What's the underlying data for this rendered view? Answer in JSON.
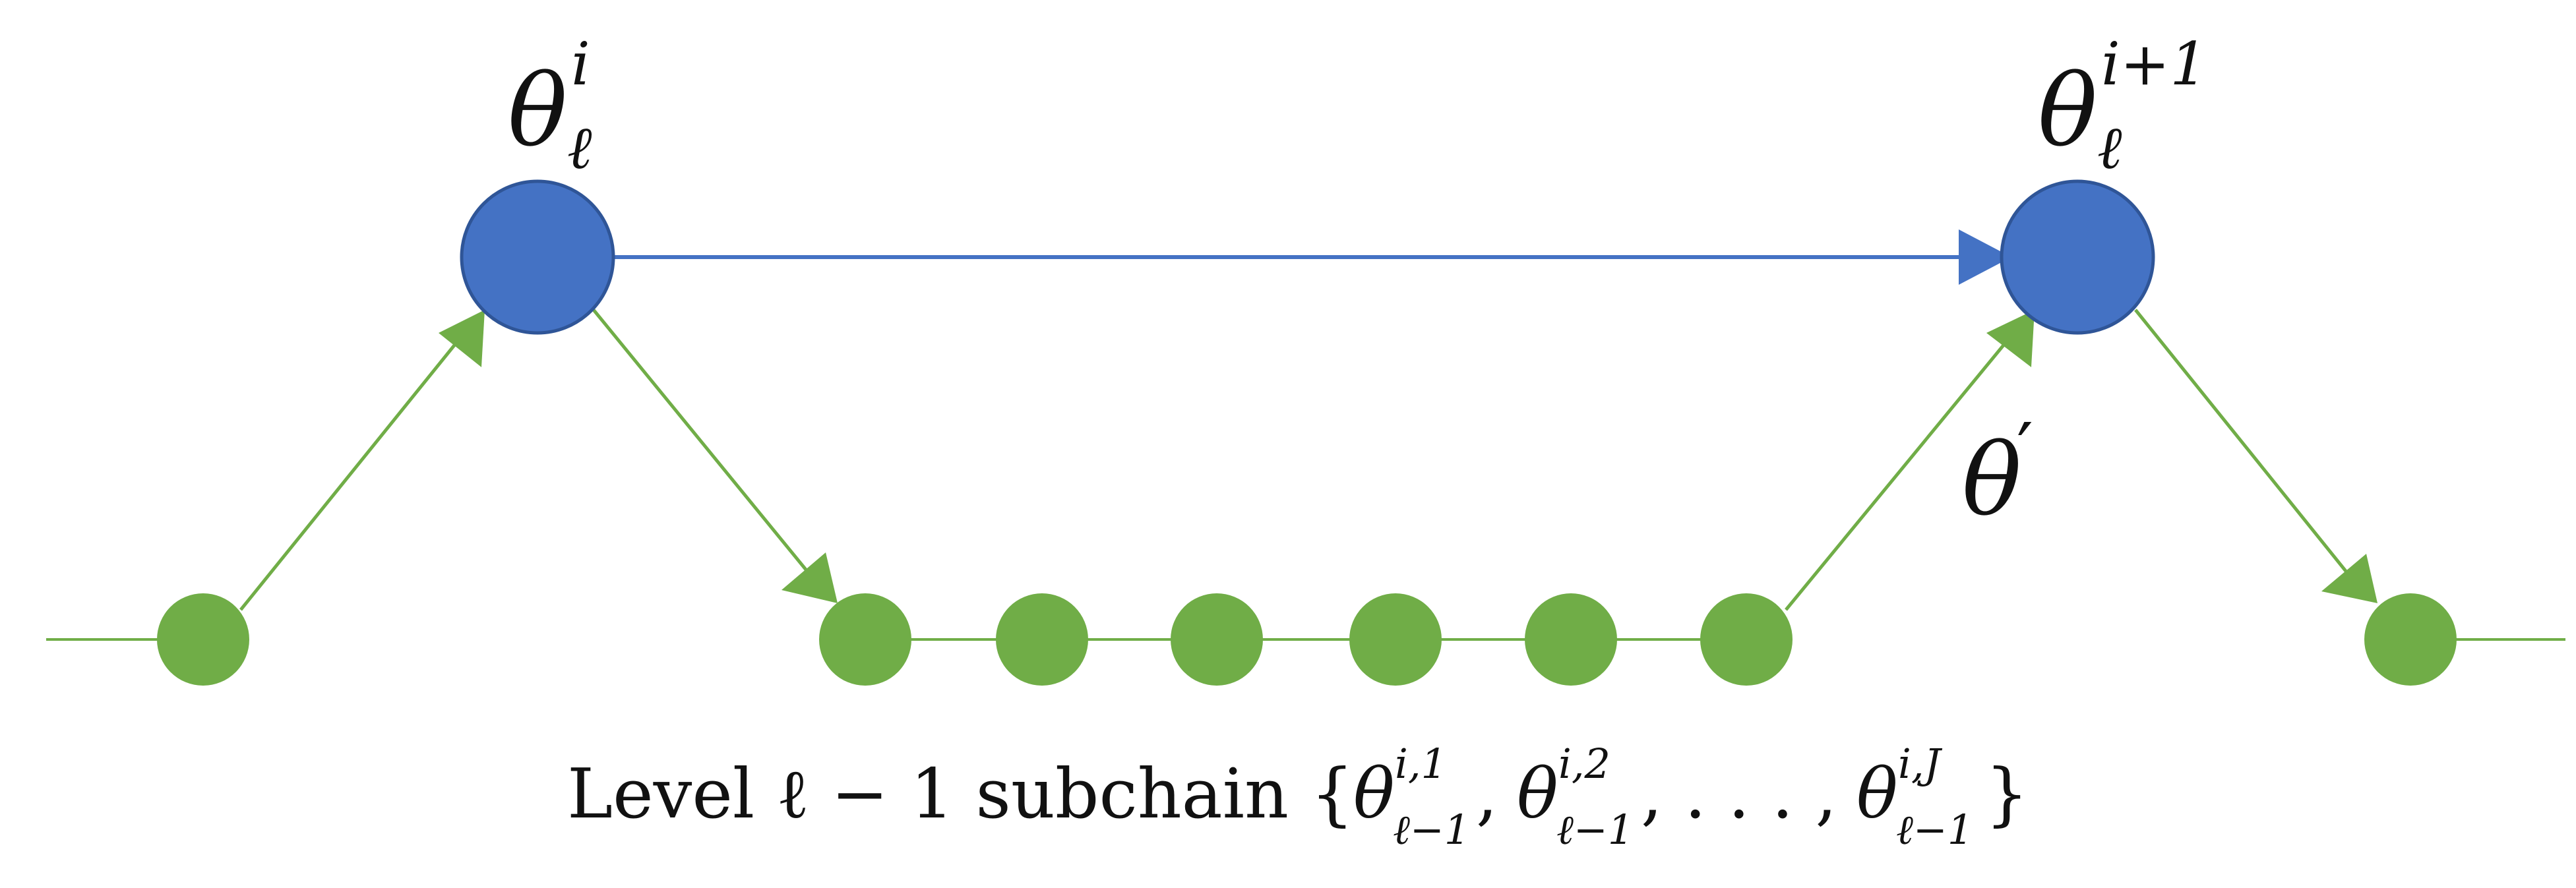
{
  "colors": {
    "upper_node": "#4472C4",
    "upper_node_stroke": "#2F5597",
    "lower_node": "#70AD47",
    "lower_edge": "#70AD47",
    "upper_edge": "#4472C4",
    "text": "#111111"
  },
  "labels": {
    "upper_left": {
      "base": "θ",
      "sup": "i",
      "sub": "ℓ"
    },
    "upper_right": {
      "base": "θ",
      "sup": "i+1",
      "sub": "ℓ"
    },
    "proposal": {
      "base": "θ",
      "prime": "′"
    }
  },
  "caption": {
    "prefix": "Level ℓ − 1 subchain {",
    "term1_base": "θ",
    "term1_sup": "i,1",
    "term1_sub": "ℓ−1",
    "sep1": ", ",
    "term2_base": "θ",
    "term2_sup": "i,2",
    "term2_sub": "ℓ−1",
    "sep2": ", . . . , ",
    "term3_base": "θ",
    "term3_sup": "i,J",
    "term3_sub": "ℓ−1",
    "suffix": "}"
  }
}
